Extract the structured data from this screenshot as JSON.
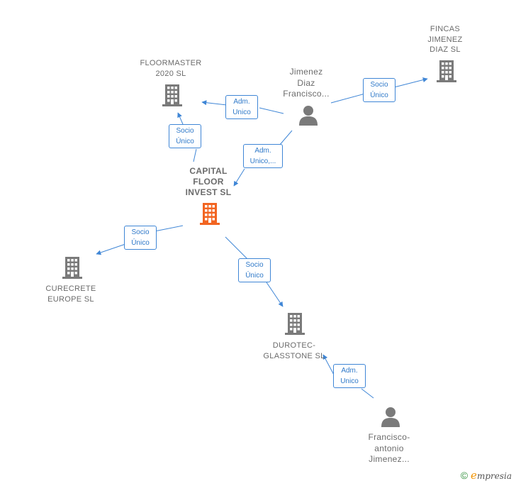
{
  "nodes": {
    "floormaster": {
      "label": "FLOORMASTER\n2020  SL"
    },
    "fincas": {
      "label": "FINCAS\nJIMENEZ\nDIAZ  SL"
    },
    "jimenez_person": {
      "label": "Jimenez\nDiaz\nFrancisco..."
    },
    "capital": {
      "label": "CAPITAL\nFLOOR\nINVEST  SL"
    },
    "curecrete": {
      "label": "CURECRETE\nEUROPE  SL"
    },
    "durotec": {
      "label": "DUROTEC-\nGLASSTONE SL"
    },
    "francisco_person": {
      "label": "Francisco-\nantonio\nJimenez..."
    }
  },
  "edges": {
    "jimenez_fincas": {
      "label": "Socio\nÚnico"
    },
    "jimenez_floormaster": {
      "label": "Adm.\nUnico"
    },
    "capital_floormaster": {
      "label": "Socio\nÚnico"
    },
    "jimenez_capital": {
      "label": "Adm.\nUnico,..."
    },
    "capital_curecrete": {
      "label": "Socio\nÚnico"
    },
    "capital_durotec": {
      "label": "Socio\nÚnico"
    },
    "francisco_durotec": {
      "label": "Adm.\nUnico"
    }
  },
  "colors": {
    "edge": "#3f86d6",
    "building": "#7a7a7a",
    "focus_building": "#f26522",
    "person": "#7a7a7a"
  },
  "footer": {
    "copyright_symbol": "©",
    "brand_initial": "e",
    "brand_rest": "mpresia"
  }
}
